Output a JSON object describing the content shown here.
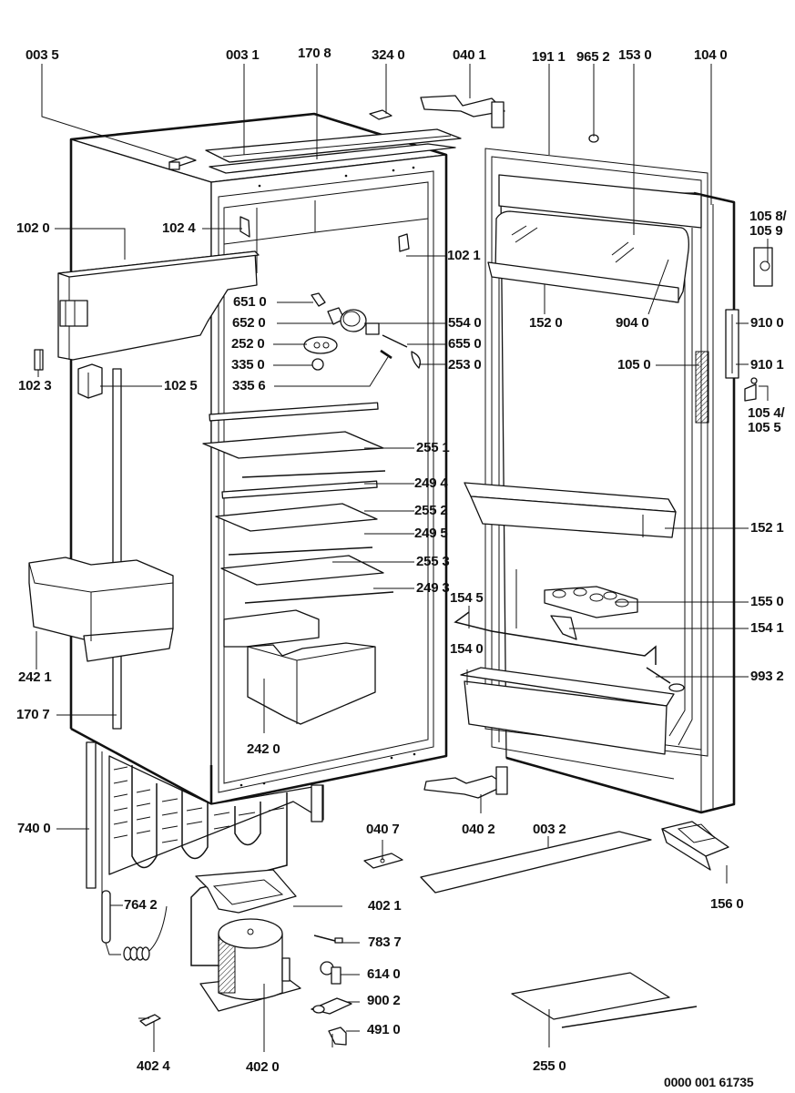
{
  "diagram": {
    "title": "Refrigerator exploded parts diagram",
    "document_number": "0000 001 61735",
    "colors": {
      "line": "#111111",
      "background": "#ffffff"
    },
    "labels": {
      "l0035": "003 5",
      "l0031": "003 1",
      "l1708": "170 8",
      "l3240": "324 0",
      "l0401": "040 1",
      "l1911": "191 1",
      "l9652": "965 2",
      "l1530": "153 0",
      "l1040": "104 0",
      "l1058": "105 8/\n105 9",
      "l1020": "102 0",
      "l1024": "102 4",
      "l1021": "102 1",
      "l1023": "102 3",
      "l1025": "102 5",
      "l6510": "651 0",
      "l6520": "652 0",
      "l2520": "252 0",
      "l3350": "335 0",
      "l3356": "335 6",
      "l5540": "554 0",
      "l6550": "655 0",
      "l2530": "253 0",
      "l1520": "152 0",
      "l9040": "904 0",
      "l9100": "910 0",
      "l9101": "910 1",
      "l1050": "105 0",
      "l1054": "105 4/\n105 5",
      "l2551": "255 1",
      "l2494": "249 4",
      "l2552": "255 2",
      "l2495": "249 5",
      "l2553": "255 3",
      "l2493": "249 3",
      "l1521": "152 1",
      "l1545": "154 5",
      "l1550": "155 0",
      "l1541": "154 1",
      "l1540": "154 0",
      "l9932": "993 2",
      "l2421": "242 1",
      "l1707": "170 7",
      "l2420": "242 0",
      "l7400": "740 0",
      "l0407": "040 7",
      "l0402": "040 2",
      "l0032": "003 2",
      "l1560": "156 0",
      "l7642": "764 2",
      "l4021": "402 1",
      "l7837": "783 7",
      "l6140": "614 0",
      "l9002": "900 2",
      "l4910": "491 0",
      "l4024": "402 4",
      "l4020": "402 0",
      "l2550": "255 0"
    }
  }
}
